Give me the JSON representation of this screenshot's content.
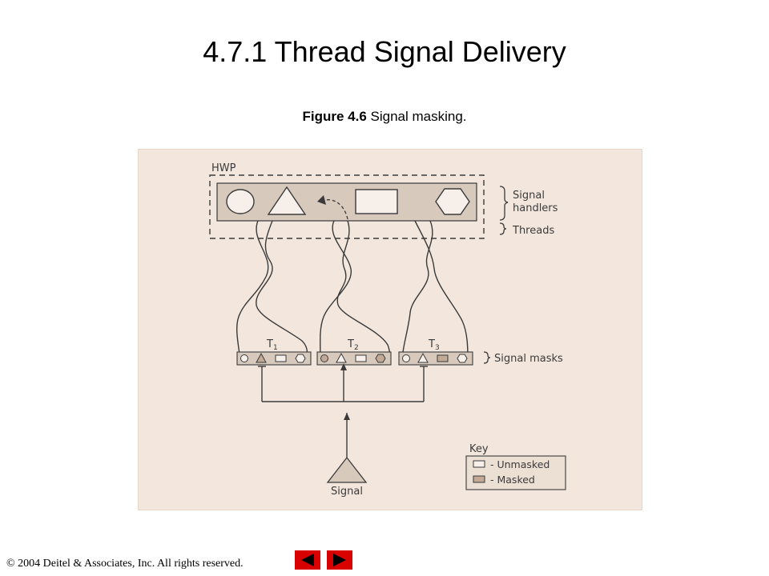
{
  "slide": {
    "title": "4.7.1 Thread Signal Delivery",
    "figure_number": "Figure 4.6",
    "figure_caption": "Signal masking."
  },
  "diagram": {
    "process_label": "HWP",
    "bracket_signal_handlers": [
      "Signal",
      "handlers"
    ],
    "bracket_threads": "Threads",
    "bracket_signal_masks": "Signal masks",
    "thread_labels": [
      "T",
      "T",
      "T"
    ],
    "thread_subscripts": [
      "1",
      "2",
      "3"
    ],
    "signal_label": "Signal",
    "key": {
      "title": "Key",
      "unmasked": "- Unmasked",
      "masked": "- Masked"
    },
    "colors": {
      "panel_bg": "#f3e7dd",
      "bar_fill": "#d8c9bd",
      "masked_fill": "#c2aa97",
      "line": "#3a3a3a"
    }
  },
  "footer": {
    "copyright": "© 2004 Deitel & Associates, Inc.  All rights reserved."
  },
  "nav": {
    "prev_icon": "left-arrow-icon",
    "next_icon": "right-arrow-icon",
    "color": "#d80000"
  }
}
